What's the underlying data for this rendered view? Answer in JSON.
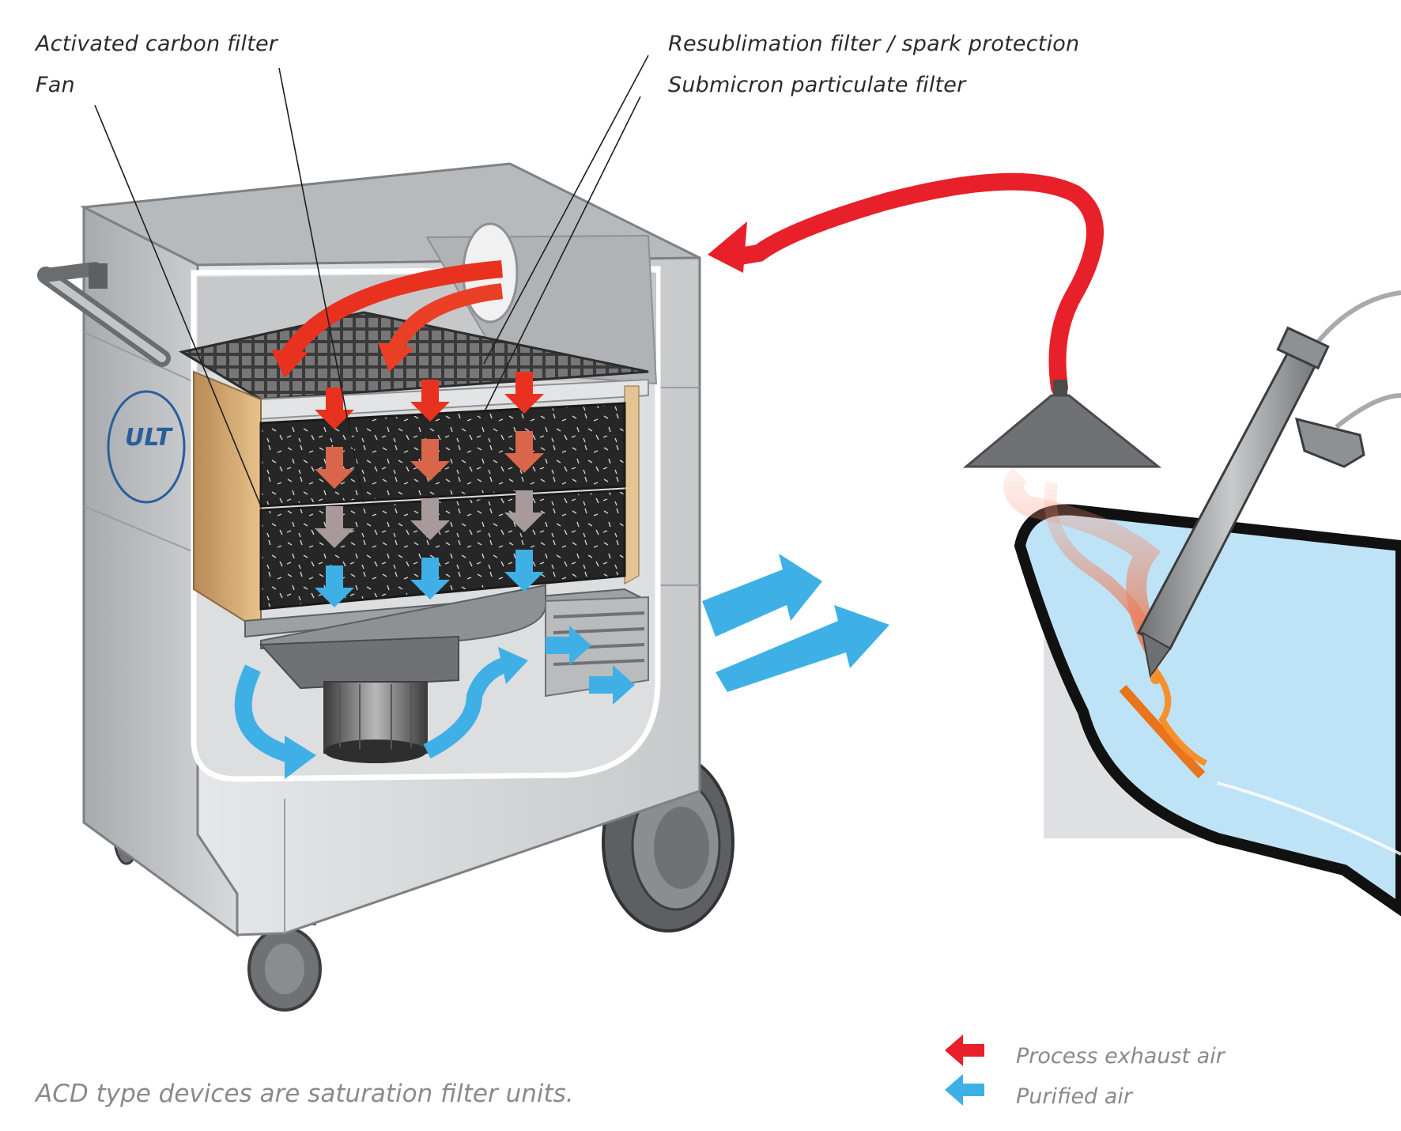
{
  "labels": {
    "activated_carbon_filter": "Activated carbon filter",
    "fan": "Fan",
    "resublimation_filter": "Resublimation filter / spark protection",
    "submicron_filter": "Submicron particulate filter"
  },
  "caption": "ACD type devices are saturation filter units.",
  "legend": [
    {
      "text": "Process exhaust air",
      "color": "#e8202a"
    },
    {
      "text": "Purified air",
      "color": "#3fb0e6"
    }
  ],
  "logo": {
    "text": "ULT"
  },
  "colors": {
    "exhaust": "#e8202a",
    "exhaust_soft": "#d9664a",
    "transition": "#a89a9a",
    "purified": "#3fb0e6",
    "cabinet": "#c9cbcd",
    "cabinet_dark": "#8e9194",
    "filter_dark": "#262626",
    "side_panel": "#e3b87a",
    "glass": "#bfe3f6"
  }
}
